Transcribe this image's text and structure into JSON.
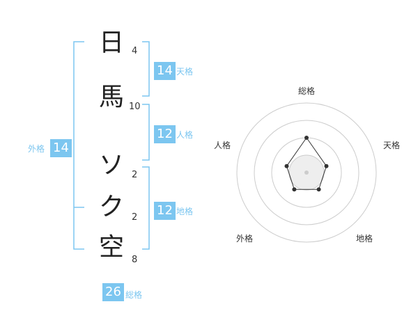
{
  "name": {
    "chars": [
      {
        "char": "日",
        "strokes": "4"
      },
      {
        "char": "馬",
        "strokes": "10"
      },
      {
        "char": "ソ",
        "strokes": "2"
      },
      {
        "char": "ク",
        "strokes": "2"
      },
      {
        "char": "空",
        "strokes": "8"
      }
    ]
  },
  "fortunes": {
    "tenkaku": {
      "value": "14",
      "label": "天格"
    },
    "jinkaku": {
      "value": "12",
      "label": "人格"
    },
    "chikaku": {
      "value": "12",
      "label": "地格"
    },
    "gaikaku": {
      "value": "14",
      "label": "外格"
    },
    "soukaku": {
      "value": "26",
      "label": "総格"
    }
  },
  "colors": {
    "accent": "#7cc6f0",
    "text": "#222222"
  },
  "chart_data": {
    "type": "radar",
    "axes": [
      "総格",
      "天格",
      "地格",
      "外格",
      "人格"
    ],
    "values": [
      0.5,
      0.3,
      0.3,
      0.3,
      0.3
    ],
    "range": [
      0,
      1
    ],
    "rings": 4
  }
}
